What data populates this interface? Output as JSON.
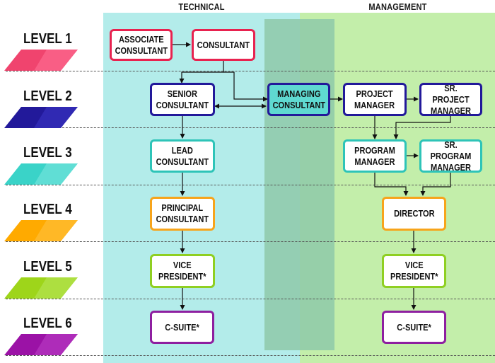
{
  "tracks": {
    "technical": "TECHNICAL",
    "management": "MANAGEMENT"
  },
  "levels": [
    "LEVEL 1",
    "LEVEL 2",
    "LEVEL 3",
    "LEVEL 4",
    "LEVEL 5",
    "LEVEL 6"
  ],
  "level_colors": [
    "#f0446e",
    "#22199a",
    "#3ad3c8",
    "#ffaa00",
    "#9ed51a",
    "#9b12a6"
  ],
  "roles": {
    "associate_consultant": "ASSOCIATE\nCONSULTANT",
    "consultant": "CONSULTANT",
    "senior_consultant": "SENIOR\nCONSULTANT",
    "managing_consultant": "MANAGING\nCONSULTANT",
    "project_manager": "PROJECT\nMANAGER",
    "sr_project_manager": "SR. PROJECT\nMANAGER",
    "lead_consultant": "LEAD\nCONSULTANT",
    "program_manager": "PROGRAM\nMANAGER",
    "sr_program_manager": "SR. PROGRAM\nMANAGER",
    "principal_consultant": "PRINCIPAL\nCONSULTANT",
    "director": "DIRECTOR",
    "vp_technical": "VICE\nPRESIDENT*",
    "vp_management": "VICE\nPRESIDENT*",
    "csuite_technical": "C-SUITE*",
    "csuite_management": "C-SUITE*"
  },
  "colors": {
    "technical_track": "#b3ecea",
    "management_track": "#c3eeaa",
    "overlap_band": "#8ec9a9"
  }
}
